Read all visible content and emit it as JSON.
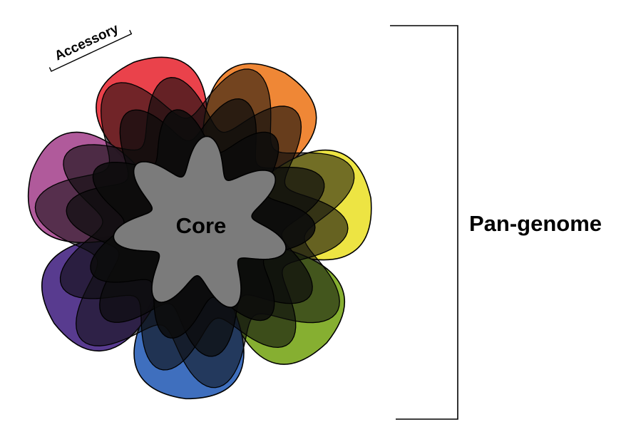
{
  "diagram": {
    "core_label": "Core",
    "accessory_label": "Accessory",
    "pangenome_label": "Pan-genome",
    "core_color": "#7b7b7b",
    "overlap_color": "#0c0c0c",
    "genomes": [
      {
        "color": "#e8323c",
        "icon": "petal"
      },
      {
        "color": "#ee7d25",
        "icon": "petal"
      },
      {
        "color": "#ebe233",
        "icon": "petal"
      },
      {
        "color": "#7ca81f",
        "icon": "petal"
      },
      {
        "color": "#2f63b8",
        "icon": "petal"
      },
      {
        "color": "#4a2a86",
        "icon": "petal"
      },
      {
        "color": "#a94c93",
        "icon": "petal"
      }
    ]
  }
}
